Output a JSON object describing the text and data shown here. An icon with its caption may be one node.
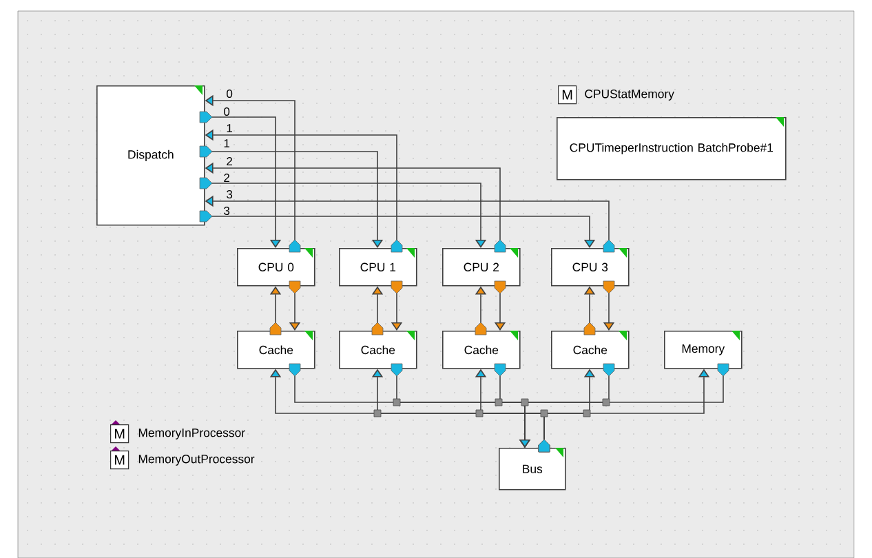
{
  "diagram": {
    "nodes": [
      {
        "text": [
          "Dispatch"
        ]
      },
      {
        "text": [
          "CPU 0"
        ]
      },
      {
        "text": [
          "CPU 1"
        ]
      },
      {
        "text": [
          "CPU 2"
        ]
      },
      {
        "text": [
          "CPU 3"
        ]
      },
      {
        "text": [
          "Cache"
        ]
      },
      {
        "text": [
          "Cache"
        ]
      },
      {
        "text": [
          "Cache"
        ]
      },
      {
        "text": [
          "Cache"
        ]
      },
      {
        "text": [
          "Memory"
        ]
      },
      {
        "text": [
          "Bus"
        ]
      },
      {
        "text": [
          "CPUStatMemory",
          "CPUTimeperInstruction BatchProbe#1"
        ]
      }
    ],
    "edges": [
      {
        "from": 0,
        "to": 1,
        "arrow": "to"
      },
      {
        "from": 1,
        "to": 0,
        "arrow": "to"
      },
      {
        "from": 0,
        "to": 2,
        "arrow": "to"
      },
      {
        "from": 2,
        "to": 0,
        "arrow": "to"
      },
      {
        "from": 0,
        "to": 3,
        "arrow": "to"
      },
      {
        "from": 3,
        "to": 0,
        "arrow": "to"
      },
      {
        "from": 0,
        "to": 4,
        "arrow": "to"
      },
      {
        "from": 4,
        "to": 0,
        "arrow": "to"
      },
      {
        "from": 5,
        "to": 1,
        "arrow": "to"
      },
      {
        "from": 1,
        "to": 5,
        "arrow": "to"
      },
      {
        "from": 6,
        "to": 2,
        "arrow": "to"
      },
      {
        "from": 2,
        "to": 6,
        "arrow": "to"
      },
      {
        "from": 7,
        "to": 3,
        "arrow": "to"
      },
      {
        "from": 3,
        "to": 7,
        "arrow": "to"
      },
      {
        "from": 8,
        "to": 4,
        "arrow": "to"
      },
      {
        "from": 4,
        "to": 8,
        "arrow": "to"
      },
      {
        "from": 5,
        "to": 10,
        "arrow": "to"
      },
      {
        "from": 10,
        "to": 5,
        "arrow": "to"
      },
      {
        "from": 6,
        "to": 10,
        "arrow": "to"
      },
      {
        "from": 10,
        "to": 6,
        "arrow": "to"
      },
      {
        "from": 7,
        "to": 10,
        "arrow": "to"
      },
      {
        "from": 10,
        "to": 7,
        "arrow": "to"
      },
      {
        "from": 8,
        "to": 10,
        "arrow": "to"
      },
      {
        "from": 10,
        "to": 8,
        "arrow": "to"
      },
      {
        "from": 9,
        "to": 10,
        "arrow": "to"
      },
      {
        "from": 10,
        "to": 9,
        "arrow": "to"
      }
    ],
    "labels": [
      "M",
      "0",
      "0",
      "1",
      "1",
      "2",
      "2",
      "3",
      "3",
      "M",
      "MemoryInProcessor",
      "M",
      "MemoryOutProcessor"
    ]
  }
}
